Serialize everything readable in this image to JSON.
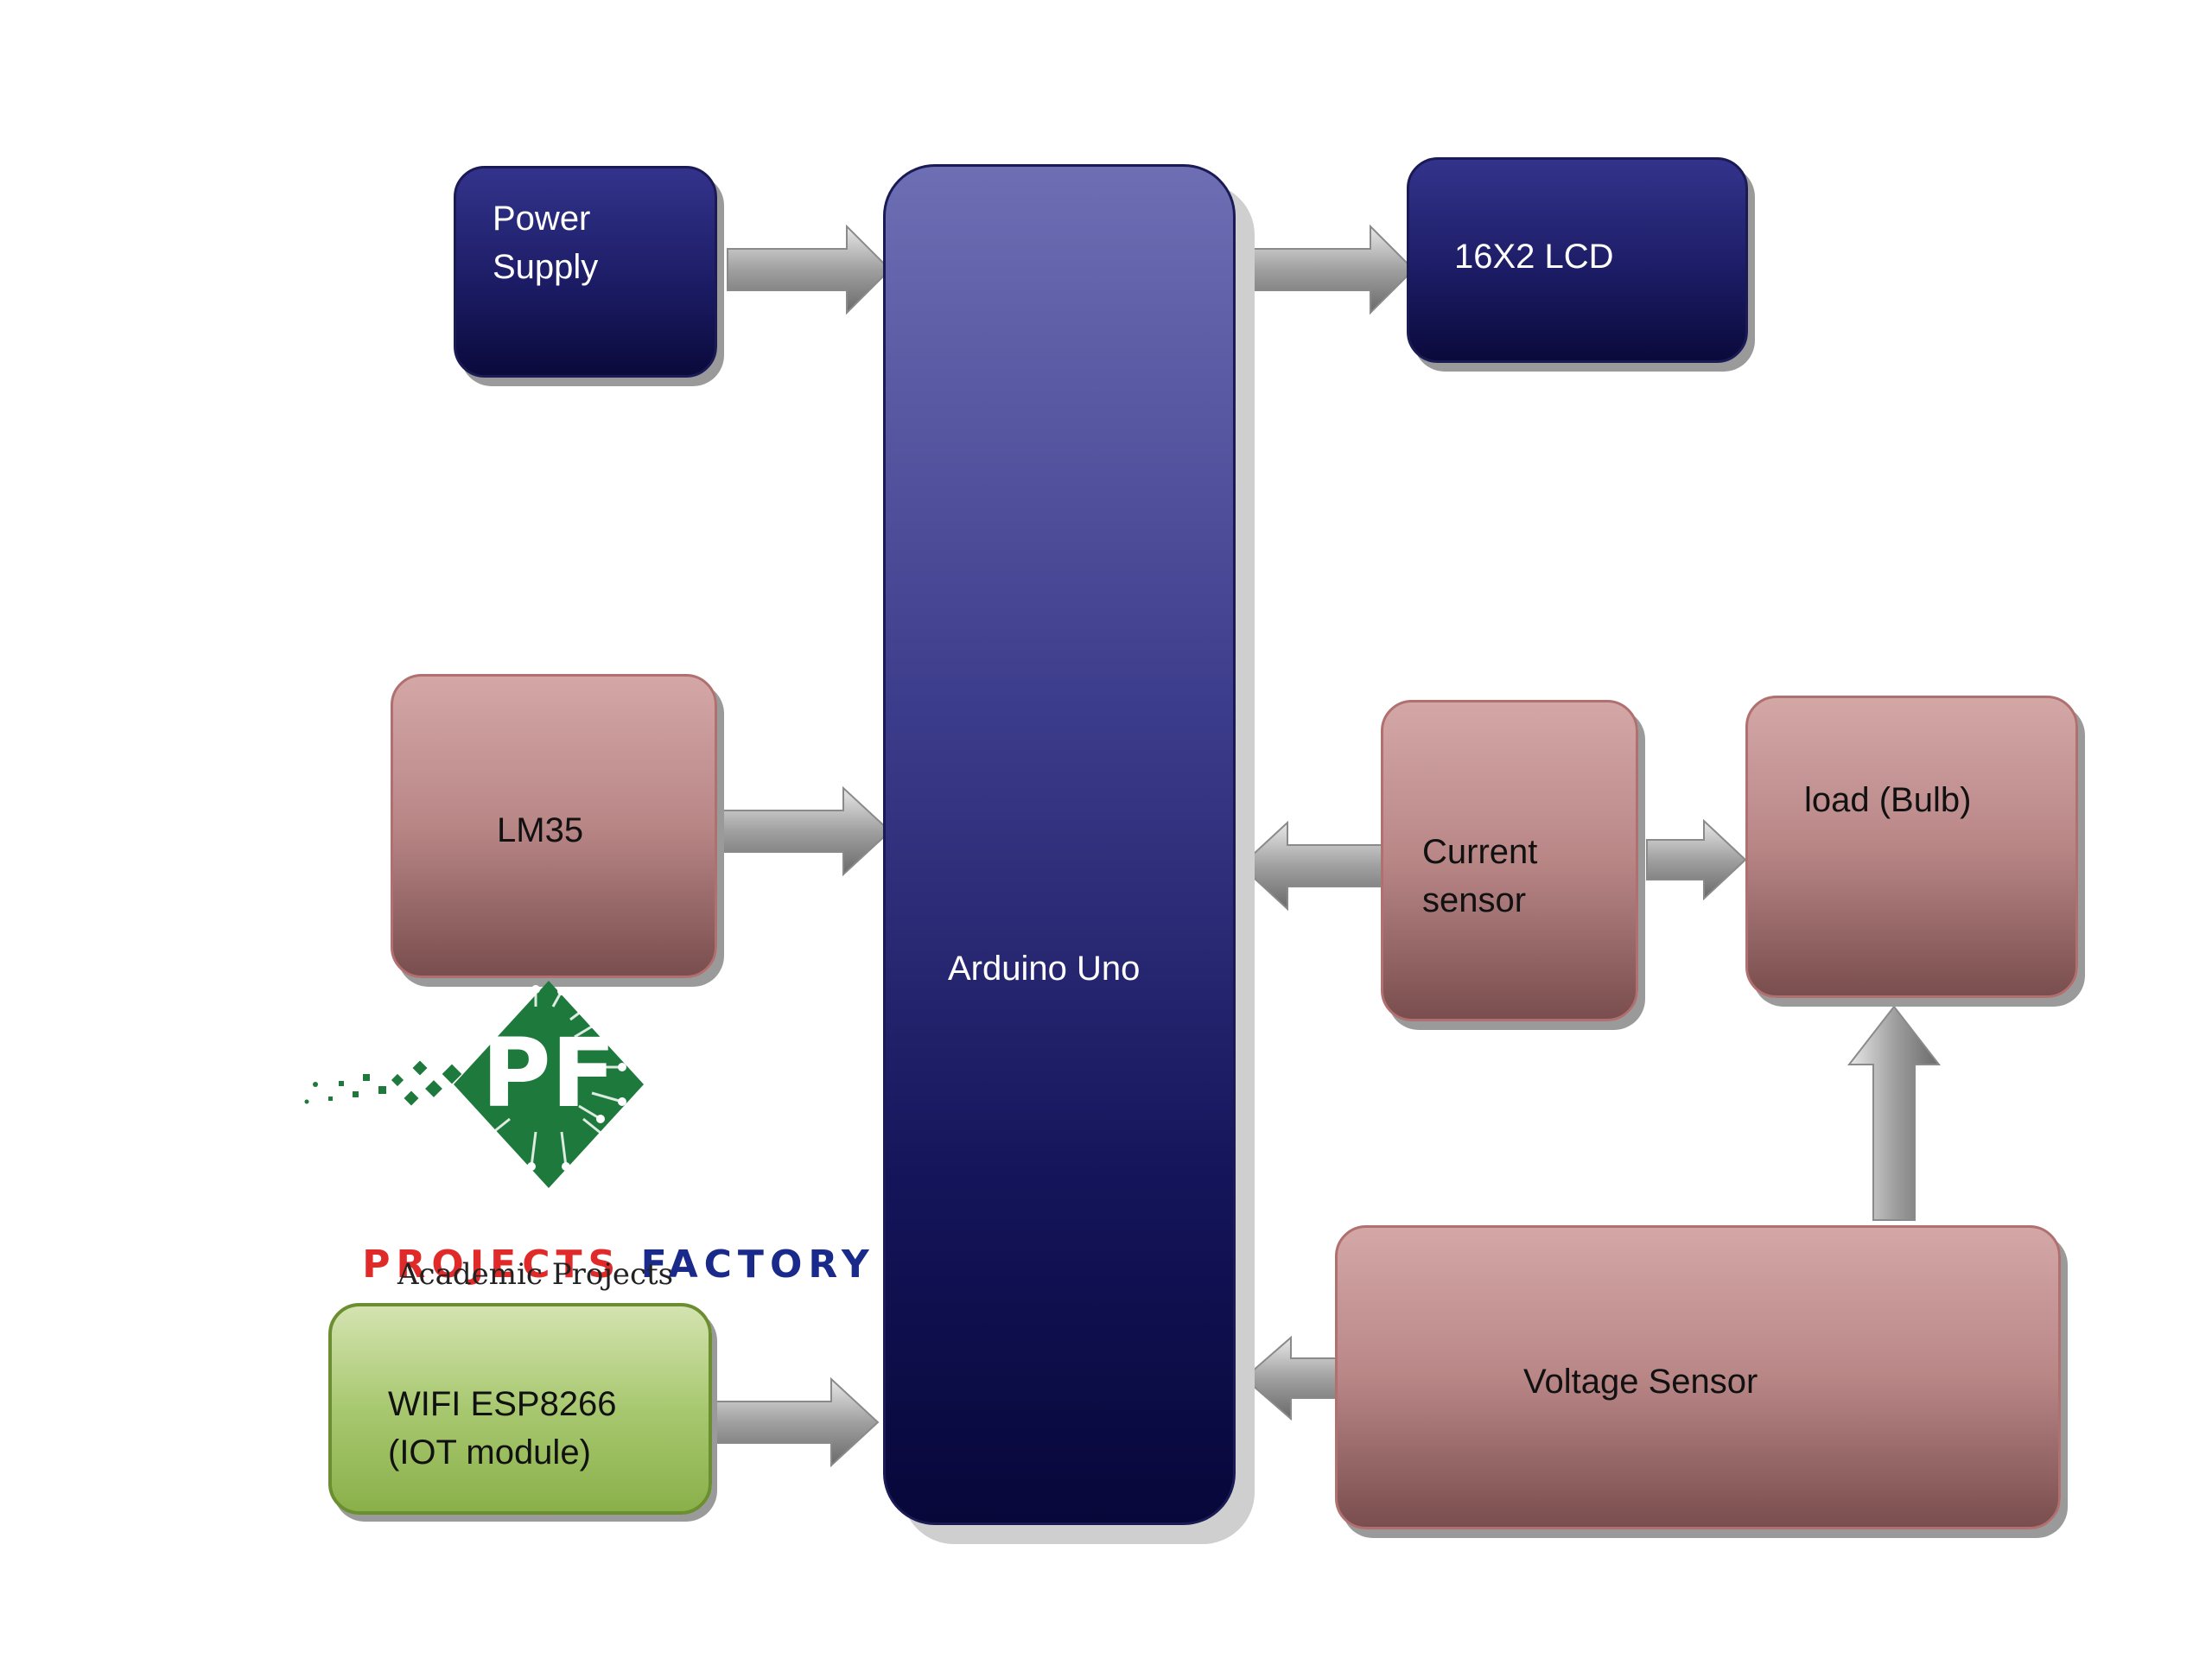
{
  "blocks": {
    "power_supply": "Power\nSupply",
    "lcd": "16X2 LCD",
    "arduino": "Arduino Uno",
    "lm35": "LM35",
    "current_sensor": "Current\nsensor",
    "load": "load (Bulb)",
    "voltage_sensor": "Voltage Sensor",
    "wifi": "WIFI ESP8266\n(IOT module)"
  },
  "logo": {
    "initials": "PF",
    "name_part1": "PROJECTS",
    "name_part2": "FACTORY",
    "tagline": "Academic Projects"
  },
  "colors": {
    "navy": "#1c1c66",
    "rose": "#b98686",
    "green": "#a8c870",
    "logo_green": "#1e7a3c",
    "logo_red": "#e02a2a",
    "logo_blue": "#1a2a8a"
  }
}
